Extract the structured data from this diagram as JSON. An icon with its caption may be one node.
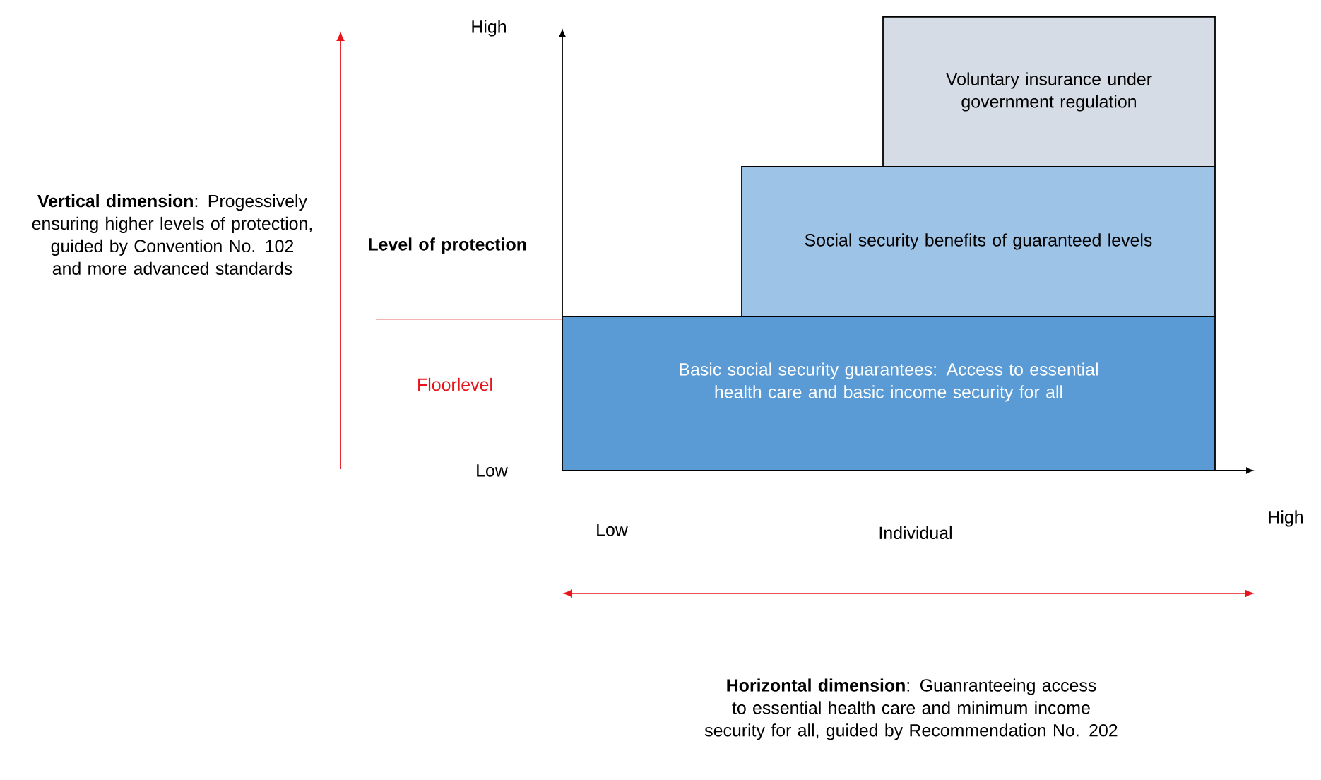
{
  "diagram": {
    "nodes": [
      {
        "text": [
          "Basic social security guarantees: Access to essential health care and basic income security for all"
        ]
      },
      {
        "text": [
          "Social security benefits of guaranteed levels"
        ]
      },
      {
        "text": [
          "Voluntary insurance under government regulation"
        ]
      }
    ],
    "labels": [
      "High",
      "**Vertical dimension**: Progessively ensuring higher levels of protection, guided by Convention No. 102 and more advanced standards",
      "Level of protection",
      "Floorlevel",
      "Low",
      "Low",
      "Individual",
      "High",
      "**Horizontal dimension**: Guanranteeing access to essential health care and minimum income security for all, guided by Recommendation No. 202"
    ]
  }
}
